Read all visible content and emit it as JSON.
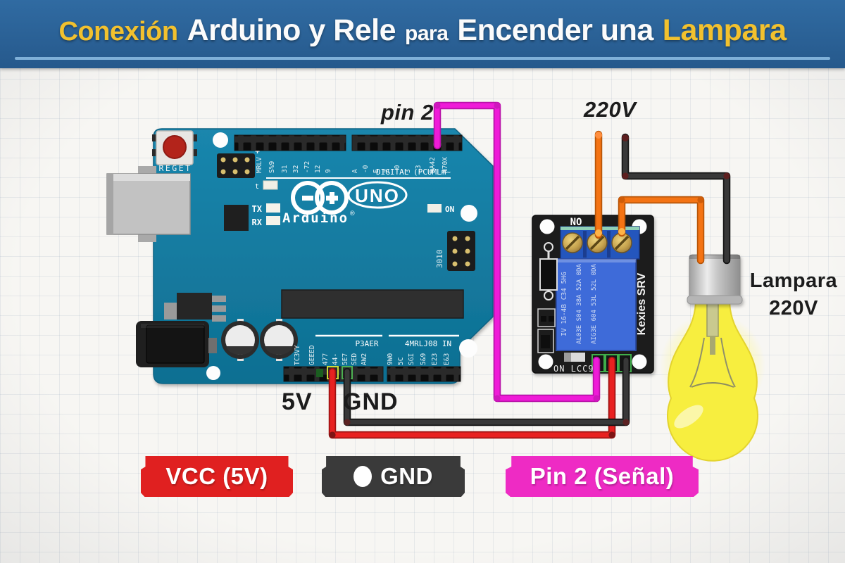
{
  "title": {
    "word1": "Conexión",
    "word2": "Arduino y Rele",
    "word3": "para",
    "word4": "Encender una",
    "word5": "Lampara"
  },
  "annotations": {
    "pin2": "pin 2",
    "voltage_220": "220V",
    "lamp_line1": "Lampara",
    "lamp_line2": "220V",
    "v5": "5V",
    "gnd": "GND"
  },
  "legend": {
    "vcc": "VCC (5V)",
    "gnd": "GND",
    "signal": "Pin 2 (Señal)"
  },
  "arduino": {
    "reset_label": "REGET",
    "icsp_plus": "+",
    "led_l": "t",
    "tx": "TX",
    "rx": "RX",
    "brand": "Arduino",
    "reg_mark": "®",
    "model": "UNO",
    "on_label": "ON",
    "icsp2_label": "3010",
    "digital_caption": "DIGITAL (PCUMLm~",
    "power_caption": "P3AER",
    "analog_caption": "4MRLJ08 IN",
    "digital_left": [
      "MRLV",
      "S%9",
      "31",
      "32",
      "-72",
      "12",
      "9"
    ],
    "digital_right": [
      "A",
      "-0",
      "E",
      "2",
      "-0",
      "3",
      ".3",
      "RA42",
      "N70X"
    ],
    "power_pins": [
      "TC3VY",
      "GEEED",
      "477",
      "44-",
      "5E7",
      "SED",
      "AW2"
    ],
    "analog_pins": [
      "9W0",
      "5C",
      "SGI",
      "5&9",
      "E23",
      "E&3"
    ]
  },
  "relay": {
    "no_label": "NO",
    "side_label": "Kexies SRV",
    "bottom_label": "ON LCC9",
    "line1": "IV 16-4B C34 5HG",
    "line2": "AL03E S04 38A 52A 0DA",
    "line3": "AIG3E 604 53L 52L 0DA"
  },
  "colors": {
    "banner_blue": "#2b6297",
    "accent_yellow": "#f2c12e",
    "board_teal": "#117a9e",
    "wire_signal_magenta": "#ef1bd8",
    "wire_5v_red": "#e82120",
    "wire_gnd_black": "#333333",
    "wire_220v_orange": "#f47313",
    "relay_blue": "#3e6bd9",
    "bulb_yellow": "#f7ee3f",
    "legend_red": "#e02020",
    "legend_dark": "#3a3a3a",
    "legend_magenta": "#ee2bc4"
  }
}
